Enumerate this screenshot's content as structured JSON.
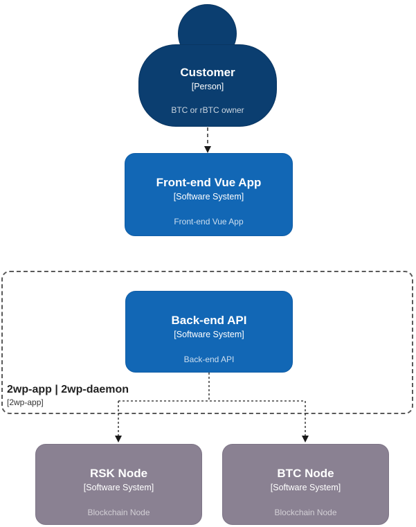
{
  "diagram": {
    "kind": "c4-architecture-diagram",
    "colors": {
      "person_fill": "#0b3e70",
      "software_system_fill": "#1267b5",
      "external_node_fill": "#8a8192",
      "boundary_border": "#595959",
      "arrow": "#1a1a1a",
      "text": "#ffffff"
    }
  },
  "nodes": {
    "customer": {
      "title": "Customer",
      "subtitle": "[Person]",
      "description": "BTC or rBTC owner"
    },
    "frontend": {
      "title": "Front-end Vue App",
      "subtitle": "[Software System]",
      "description": "Front-end Vue App"
    },
    "backend": {
      "title": "Back-end API",
      "subtitle": "[Software System]",
      "description": "Back-end API"
    },
    "rsk": {
      "title": "RSK Node",
      "subtitle": "[Software System]",
      "description": "Blockchain Node"
    },
    "btc": {
      "title": "BTC Node",
      "subtitle": "[Software System]",
      "description": "Blockchain Node"
    }
  },
  "boundary": {
    "title": "2wp-app | 2wp-daemon",
    "subtitle": "[2wp-app]"
  },
  "relationships": [
    {
      "from": "Customer",
      "to": "Front-end Vue App",
      "style": "dashed-arrow"
    },
    {
      "from": "Back-end API",
      "to": "RSK Node",
      "style": "dashed-arrow"
    },
    {
      "from": "Back-end API",
      "to": "BTC Node",
      "style": "dashed-arrow"
    }
  ]
}
